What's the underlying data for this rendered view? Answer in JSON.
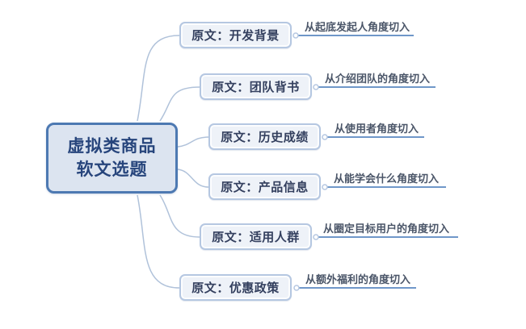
{
  "central": {
    "line1": "虚拟类商品",
    "line2": "软文选题"
  },
  "branches": [
    {
      "node": "原文：开发背景",
      "leaf": "从起底发起人角度切入"
    },
    {
      "node": "原文：团队背书",
      "leaf": "从介绍团队的角度切入"
    },
    {
      "node": "原文：历史成绩",
      "leaf": "从使用者角度切入"
    },
    {
      "node": "原文：产品信息",
      "leaf": "从能学会什么角度切入"
    },
    {
      "node": "原文：适用人群",
      "leaf": "从圈定目标用户的角度切入"
    },
    {
      "node": "原文：优惠政策",
      "leaf": "从额外福利的角度切入"
    }
  ],
  "colors": {
    "central-border": "#4d79b2",
    "central-fill": "#dce4f0",
    "central-text": "#27457c",
    "node-border": "#b5c7e1",
    "node-fill": "#eef2f8",
    "node-text": "#333f5e",
    "leaf-text": "#4a5568",
    "line": "#6f97c9",
    "curve": "#b0c2da"
  }
}
